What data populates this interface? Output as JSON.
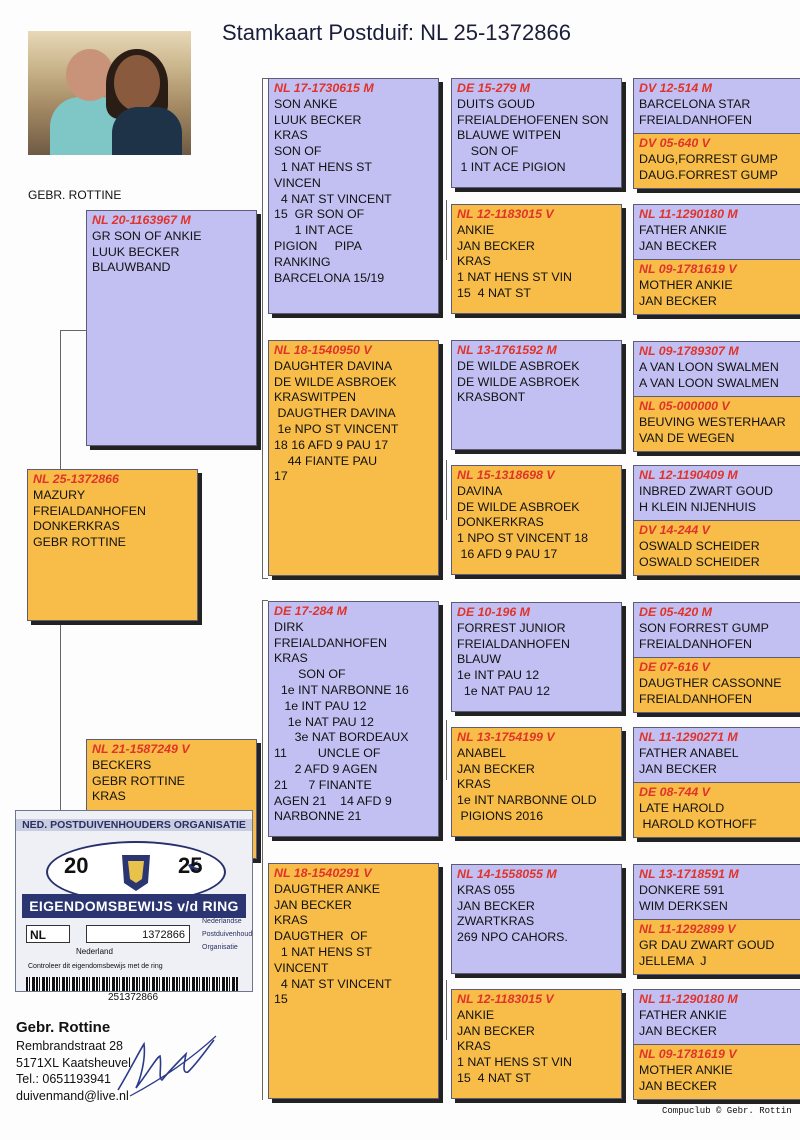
{
  "title": "Stamkaart Postduif:  NL  25-1372866",
  "owner_label": "GEBR. ROTTINE",
  "photo": {
    "description_icon": "owner-photo"
  },
  "cards": {
    "main": {
      "ring": "NL  25-1372866",
      "lines": [
        "MAZURY",
        "FREIALDANHOFEN",
        "DONKERKRAS",
        "GEBR ROTTINE"
      ]
    },
    "father": {
      "ring": "NL  20-1163967 M",
      "lines": [
        "GR SON OF ANKIE",
        "LUUK BECKER",
        "BLAUWBAND"
      ]
    },
    "mother": {
      "ring": "NL  21-1587249 V",
      "lines": [
        "BECKERS",
        "GEBR ROTTINE",
        "KRAS"
      ]
    },
    "ff": {
      "ring": "NL  17-1730615 M",
      "lines": [
        "SON ANKE",
        "LUUK BECKER",
        "KRAS",
        "SON OF",
        "  1 NAT HENS ST",
        "VINCEN",
        "  4 NAT ST VINCENT",
        "15  GR SON OF",
        "      1 INT ACE",
        "PIGION     PIPA",
        "RANKING",
        "BARCELONA 15/19"
      ]
    },
    "fm": {
      "ring": "NL  18-1540950 V",
      "lines": [
        "DAUGHTER DAVINA",
        "DE WILDE ASBROEK",
        "KRASWITPEN",
        " DAUGTHER DAVINA",
        " 1e NPO ST VINCENT",
        "18 16 AFD 9 PAU 17",
        "    44 FIANTE PAU",
        "17"
      ]
    },
    "mf": {
      "ring": "DE  17-284 M",
      "lines": [
        "DIRK",
        "FREIALDANHOFEN",
        "KRAS",
        "       SON OF",
        "  1e INT NARBONNE 16",
        "   1e INT PAU 12",
        "    1e NAT PAU 12",
        "      3e NAT BORDEAUX",
        "11         UNCLE OF",
        "      2 AFD 9 AGEN",
        "21      7 FINANTE",
        "AGEN 21    14 AFD 9",
        "NARBONNE 21"
      ]
    },
    "mm": {
      "ring": "NL  18-1540291 V",
      "lines": [
        "DAUGTHER ANKE",
        "JAN BECKER",
        "KRAS",
        "DAUGTHER  OF",
        "  1 NAT HENS ST",
        "VINCENT",
        "  4 NAT ST VINCENT",
        "15"
      ]
    },
    "fff": {
      "ring": "DE  15-279 M",
      "lines": [
        "DUITS GOUD",
        "FREIALDEHOFENEN SON",
        "BLAUWE WITPEN",
        "    SON OF",
        " 1 INT ACE PIGION"
      ]
    },
    "ffm": {
      "ring": "NL  12-1183015 V",
      "lines": [
        "ANKIE",
        "JAN BECKER",
        "KRAS",
        "1 NAT HENS ST VIN",
        "15  4 NAT ST"
      ]
    },
    "fmf": {
      "ring": "NL  13-1761592 M",
      "lines": [
        "DE WILDE ASBROEK",
        "DE WILDE ASBROEK",
        "KRASBONT"
      ]
    },
    "fmm": {
      "ring": "NL  15-1318698 V",
      "lines": [
        "DAVINA",
        "DE WILDE ASBROEK",
        "DONKERKRAS",
        "1 NPO ST VINCENT 18",
        " 16 AFD 9 PAU 17"
      ]
    },
    "mff": {
      "ring": "DE  10-196 M",
      "lines": [
        "FORREST JUNIOR",
        "FREIALDANHOFEN",
        "BLAUW",
        "1e INT PAU 12",
        "  1e NAT PAU 12"
      ]
    },
    "mfm": {
      "ring": "NL  13-1754199 V",
      "lines": [
        "ANABEL",
        "JAN BECKER",
        "KRAS",
        "1e INT NARBONNE OLD",
        " PIGIONS 2016"
      ]
    },
    "mmf": {
      "ring": "NL  14-1558055 M",
      "lines": [
        "KRAS 055",
        "JAN BECKER",
        "ZWARTKRAS",
        "269 NPO CAHORS."
      ]
    },
    "mmm": {
      "ring": "NL  12-1183015 V",
      "lines": [
        "ANKIE",
        "JAN BECKER",
        "KRAS",
        "1 NAT HENS ST VIN",
        "15  4 NAT ST"
      ]
    },
    "g1": {
      "ring": "DV  12-514 M",
      "lines": [
        "BARCELONA STAR",
        "FREIALDANHOFEN"
      ]
    },
    "g2": {
      "ring": "DV  05-640 V",
      "lines": [
        "DAUG,FORREST GUMP",
        "DAUG.FORREST GUMP"
      ]
    },
    "g3": {
      "ring": "NL  11-1290180 M",
      "lines": [
        "FATHER ANKIE",
        "JAN BECKER"
      ]
    },
    "g4": {
      "ring": "NL  09-1781619 V",
      "lines": [
        "MOTHER ANKIE",
        "JAN BECKER"
      ]
    },
    "g5": {
      "ring": "NL  09-1789307 M",
      "lines": [
        "A VAN LOON SWALMEN",
        "A VAN LOON SWALMEN"
      ]
    },
    "g6": {
      "ring": "NL  05-000000 V",
      "lines": [
        "BEUVING WESTERHAAR",
        "VAN DE WEGEN"
      ]
    },
    "g7": {
      "ring": "NL  12-1190409 M",
      "lines": [
        "INBRED ZWART GOUD",
        "H KLEIN NIJENHUIS"
      ]
    },
    "g8": {
      "ring": "DV  14-244 V",
      "lines": [
        "OSWALD SCHEIDER",
        "OSWALD SCHEIDER"
      ]
    },
    "g9": {
      "ring": "DE  05-420 M",
      "lines": [
        "SON FORREST GUMP",
        "FREIALDANHOFEN"
      ]
    },
    "g10": {
      "ring": "DE  07-616 V",
      "lines": [
        "DAUGTHER CASSONNE",
        "FREIALDANHOFEN"
      ]
    },
    "g11": {
      "ring": "NL  11-1290271 M",
      "lines": [
        "FATHER ANABEL",
        "JAN BECKER"
      ]
    },
    "g12": {
      "ring": "DE  08-744 V",
      "lines": [
        "LATE HAROLD",
        " HAROLD KOTHOFF"
      ]
    },
    "g13": {
      "ring": "NL  13-1718591 M",
      "lines": [
        "DONKERE 591",
        "WIM DERKSEN"
      ]
    },
    "g14": {
      "ring": "NL  11-1292899 V",
      "lines": [
        "GR DAU ZWART GOUD",
        "JELLEMA  J"
      ]
    },
    "g15": {
      "ring": "NL  11-1290180 M",
      "lines": [
        "FATHER ANKIE",
        "JAN BECKER"
      ]
    },
    "g16": {
      "ring": "NL  09-1781619 V",
      "lines": [
        "MOTHER ANKIE",
        "JAN BECKER"
      ]
    }
  },
  "certificate": {
    "org": "NED. POSTDUIVENHOUDERS ORGANISATIE",
    "year_left": "20",
    "year_right": "25",
    "banner": "EIGENDOMSBEWIJS v/d RING",
    "country_code": "NL",
    "ring_number": "1372866",
    "country": "Nederland",
    "orgs": [
      "Nederlandse",
      "Postduivenhouders",
      "Organisatie"
    ],
    "control": "Controleer dit eigendomsbewijs met de ring",
    "barcode_number": "251372866"
  },
  "address": {
    "name": "Gebr. Rottine",
    "street": "Rembrandstraat 28",
    "city": "5171XL  Kaatsheuvel",
    "phone": "Tel.: 0651193941",
    "email": "duivenmand@live.nl"
  },
  "footer": "Compuclub © Gebr. Rottin",
  "colors": {
    "male_card": "#c2c0f2",
    "female_card": "#f7bd48",
    "ring_text": "#e0332b"
  }
}
